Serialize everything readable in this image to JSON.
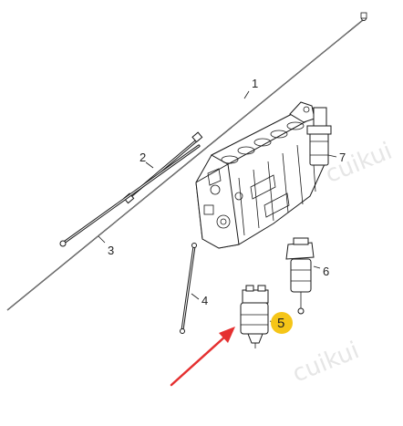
{
  "callouts": {
    "c1": "1",
    "c2": "2",
    "c3": "3",
    "c4": "4",
    "c5": "5",
    "c6": "6",
    "c7": "7"
  },
  "watermarks": {
    "w1": "cuikui",
    "w2": "cuikui"
  },
  "colors": {
    "highlight_badge": "#f5c518",
    "pointer_arrow": "#e53030",
    "line": "#1a1a1a"
  }
}
